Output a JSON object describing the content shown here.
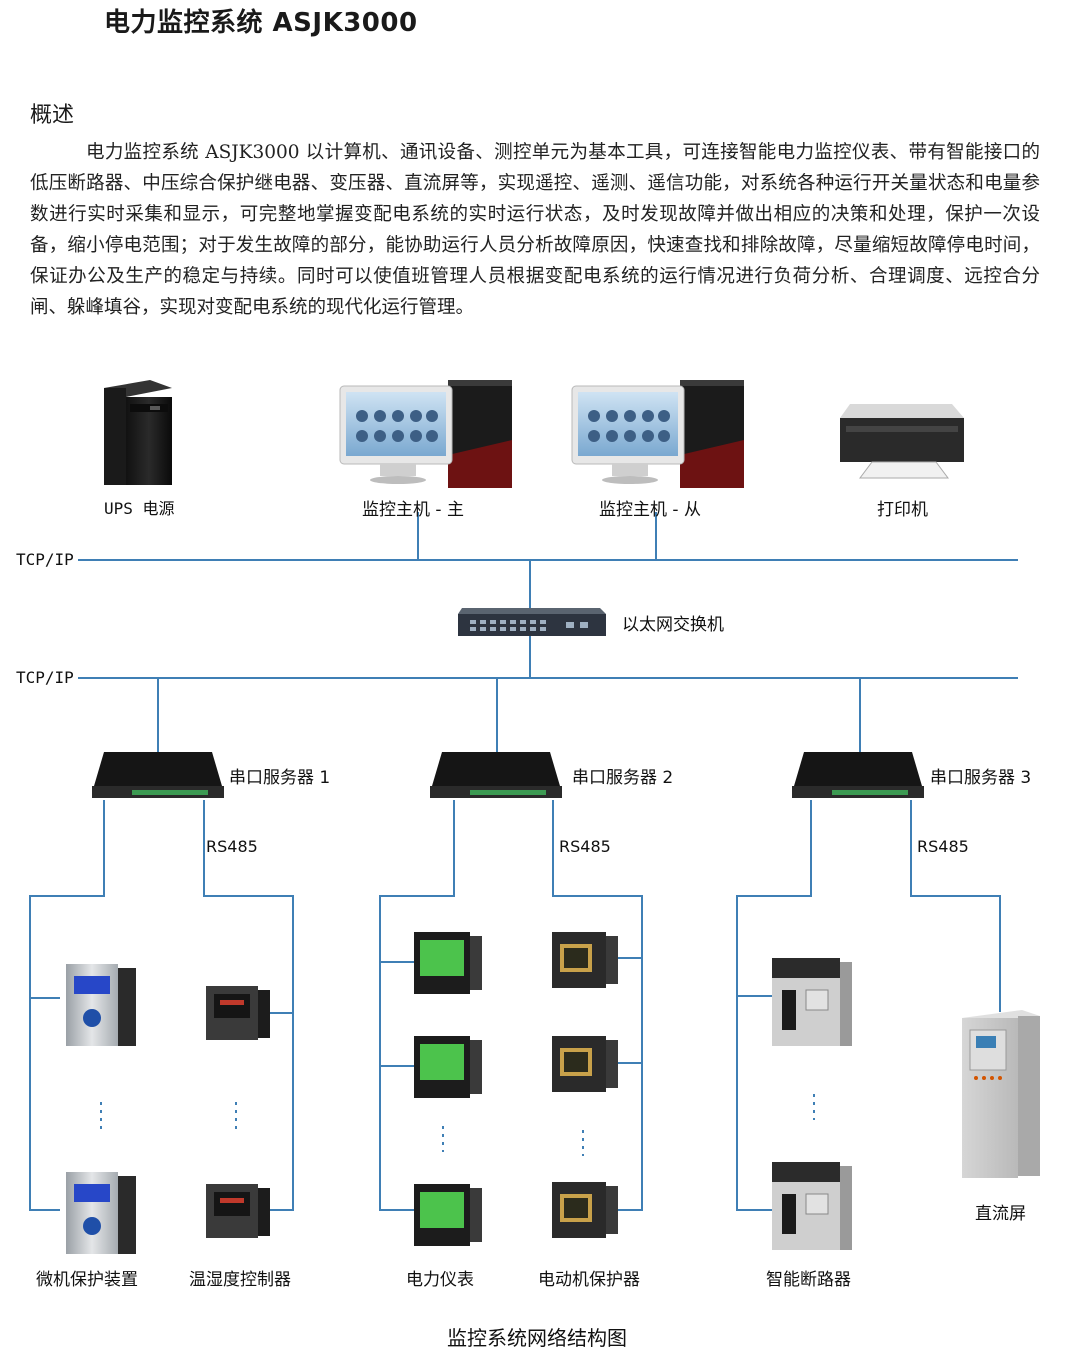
{
  "title": "电力监控系统 ASJK3000",
  "overview": {
    "heading": "概述",
    "text": "电力监控系统 ASJK3000 以计算机、通讯设备、测控单元为基本工具，可连接智能电力监控仪表、带有智能接口的低压断路器、中压综合保护继电器、变压器、直流屏等，实现遥控、遥测、遥信功能，对系统各种运行开关量状态和电量参数进行实时采集和显示，可完整地掌握变配电系统的实时运行状态，及时发现故障并做出相应的决策和处理，保护一次设备，缩小停电范围；对于发生故障的部分，能协助运行人员分析故障原因，快速查找和排除故障，尽量缩短故障停电时间，保证办公及生产的稳定与持续。同时可以使值班管理人员根据变配电系统的运行情况进行负荷分析、合理调度、远控合分闸、躲峰填谷，实现对变配电系统的现代化运行管理。"
  },
  "diagram": {
    "top_devices": {
      "ups": "UPS 电源",
      "host_main": "监控主机 - 主",
      "host_slave": "监控主机 - 从",
      "printer": "打印机"
    },
    "bus_label_top": "TCP/IP",
    "bus_label_bottom": "TCP/IP",
    "switch_label": "以太网交换机",
    "servers": [
      "串口服务器 1",
      "串口服务器 2",
      "串口服务器 3"
    ],
    "rs485_label": "RS485",
    "bottom_devices": {
      "protection": "微机保护装置",
      "temp_humidity": "温湿度控制器",
      "power_meter": "电力仪表",
      "motor_protector": "电动机保护器",
      "breaker": "智能断路器",
      "dc_panel": "直流屏"
    },
    "caption": "监控系统网络结构图",
    "colors": {
      "line": "#3f7fb5",
      "device_dark": "#1d1d1d",
      "panel_gray": "#c8c8c8",
      "lcd_green": "#4cc34c",
      "lcd_blue": "#2747c8"
    }
  }
}
